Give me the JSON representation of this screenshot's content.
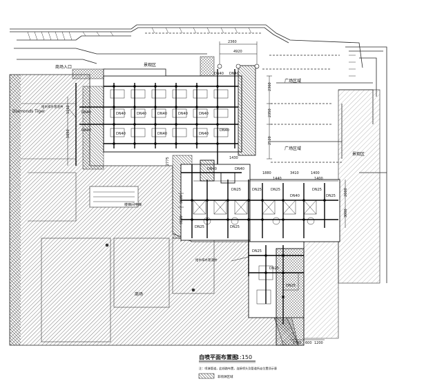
{
  "areas": {
    "mall_entrance": "商场入口",
    "plaza_top": "广场区域",
    "plaza_mid": "广场区域",
    "landscape_right": "景观区",
    "store_left": "Diamonds Tiger",
    "hall_bottom": "商场",
    "top_room": "景观区",
    "stair_note": "楼梯间电梯"
  },
  "notes": {
    "riser_left": "给水排水管道井",
    "riser_bottom": "给水排水管道井"
  },
  "dimensions": [
    "2360",
    "4920",
    "2360",
    "2350",
    "1160",
    "1050",
    "2775",
    "1430",
    "1880",
    "3410",
    "1400",
    "1440",
    "1400",
    "2520",
    "3000",
    "3150",
    "2600",
    "3000",
    "1790",
    "600",
    "1200"
  ],
  "pipe_labels": [
    "DN40",
    "DN40",
    "DN40",
    "DN40",
    "DN40",
    "DN40",
    "DN40",
    "DN40",
    "DN40",
    "DN40",
    "DN40",
    "DN40",
    "DN40",
    "DN40",
    "DN40",
    "DN40",
    "DN25",
    "DN25",
    "DN25",
    "DN25",
    "DN25",
    "DN25",
    "DN25",
    "DN25",
    "DN25",
    "DN25"
  ],
  "title_block": {
    "title": "自喷平面布置图",
    "scale": "1:150",
    "note": "注：喷淋管道，此线路布置，连接喷头及管道所走位置须示意",
    "legend_label": "非喷淋区域"
  },
  "colors": {
    "line": "#1a1a1a",
    "hatch": "#444444",
    "background": "#ffffff"
  }
}
